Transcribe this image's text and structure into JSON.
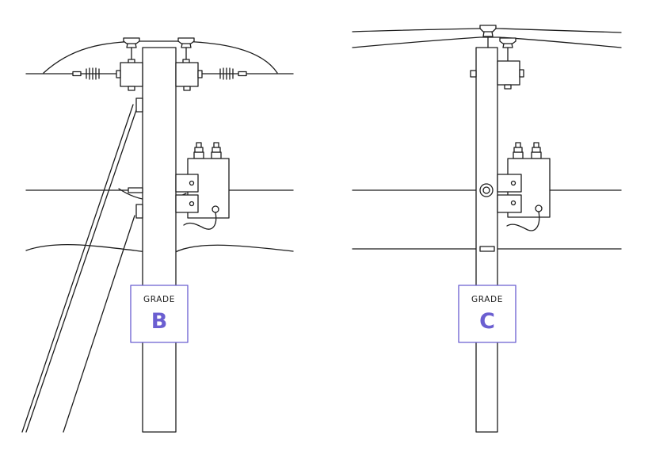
{
  "poles": [
    {
      "id": "b",
      "grade_label": "GRADE",
      "grade_value": "B"
    },
    {
      "id": "c",
      "grade_label": "GRADE",
      "grade_value": "C"
    }
  ],
  "colors": {
    "ink": "#1c1c1c",
    "accent": "#6b5fd1",
    "background": "#ffffff"
  }
}
